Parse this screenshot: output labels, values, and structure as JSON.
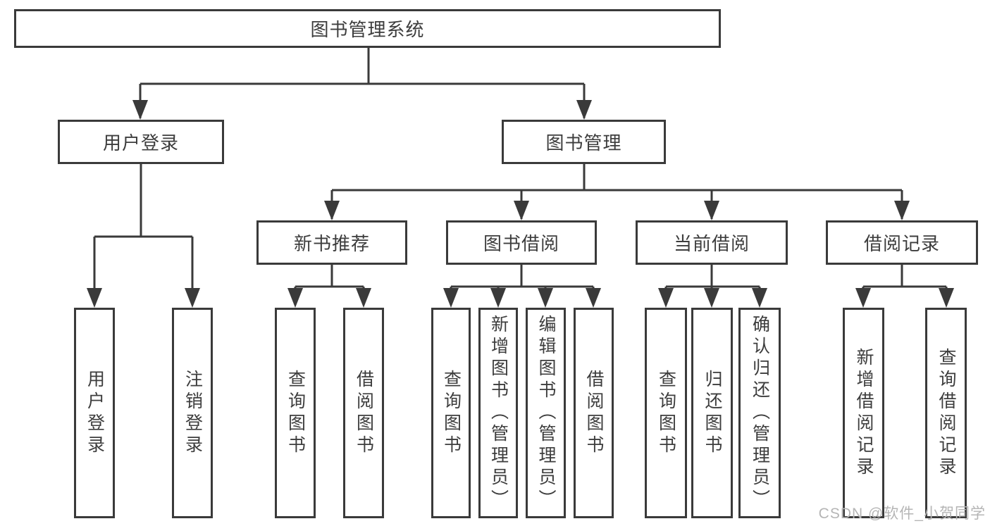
{
  "tree": {
    "root": {
      "label": "图书管理系统"
    },
    "level2": {
      "user_login": {
        "label": "用户登录"
      },
      "book_management": {
        "label": "图书管理"
      }
    },
    "level3": {
      "new_book_recommend": {
        "label": "新书推荐"
      },
      "book_borrow": {
        "label": "图书借阅"
      },
      "current_borrow": {
        "label": "当前借阅"
      },
      "borrow_record": {
        "label": "借阅记录"
      }
    },
    "leaves": {
      "user_login": {
        "label": "用户登录"
      },
      "logout_login": {
        "label": "注销登录"
      },
      "recommend_query_book": {
        "label": "查询图书"
      },
      "recommend_borrow_book": {
        "label": "借阅图书"
      },
      "borrow_query_book": {
        "label": "查询图书"
      },
      "borrow_add_book": {
        "label": "新增图书（管理员）"
      },
      "borrow_edit_book": {
        "label": "编辑图书（管理员）"
      },
      "borrow_borrow_book": {
        "label": "借阅图书"
      },
      "current_query_book": {
        "label": "查询图书"
      },
      "current_return_book": {
        "label": "归还图书"
      },
      "current_confirm_return": {
        "label": "确认归还（管理员）"
      },
      "record_add_record": {
        "label": "新增借阅记录"
      },
      "record_query_record": {
        "label": "查询借阅记录"
      }
    }
  },
  "watermark": {
    "text": "CSDN @软件_小贺同学"
  },
  "colors": {
    "line": "#3a3a3a",
    "text": "#3d3d3d",
    "watermark": "#b5b5b5",
    "box_background": "#ffffff"
  }
}
